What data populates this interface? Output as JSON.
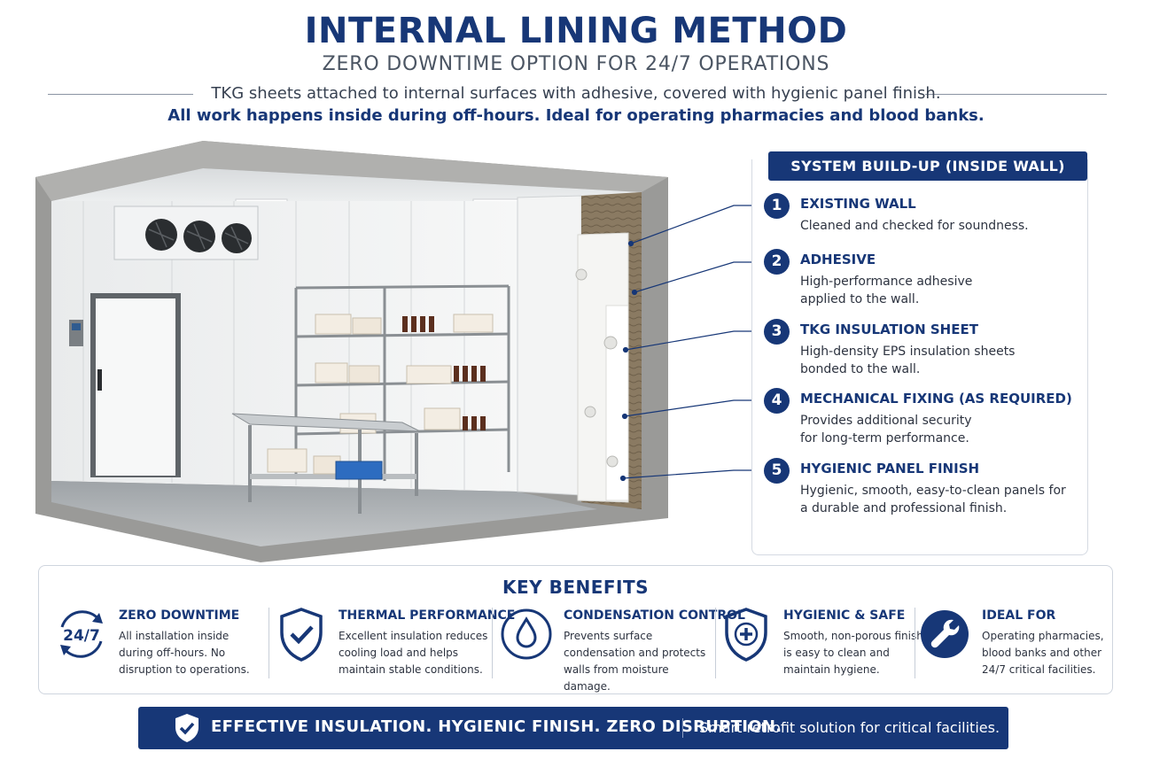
{
  "header": {
    "title": "INTERNAL LINING METHOD",
    "subtitle": "ZERO DOWNTIME OPTION FOR 24/7 OPERATIONS",
    "intro_line1": "TKG sheets attached to internal surfaces with adhesive, covered with hygienic panel finish.",
    "intro_line2": "All work happens inside during off-hours. Ideal for operating pharmacies and blood banks."
  },
  "buildup": {
    "heading": "SYSTEM BUILD-UP (INSIDE WALL)",
    "layers": [
      {
        "num": "1",
        "title": "EXISTING WALL",
        "desc": "Cleaned and checked for soundness."
      },
      {
        "num": "2",
        "title": "ADHESIVE",
        "desc": "High-performance adhesive applied to the wall."
      },
      {
        "num": "3",
        "title": "TKG INSULATION SHEET",
        "desc": "High-density EPS insulation sheets bonded to the wall."
      },
      {
        "num": "4",
        "title": "MECHANICAL FIXING (AS REQUIRED)",
        "desc": "Provides additional security for long-term performance."
      },
      {
        "num": "5",
        "title": "HYGIENIC PANEL FINISH",
        "desc": "Hygienic, smooth, easy-to-clean panels for a durable and professional finish."
      }
    ]
  },
  "benefits": {
    "heading": "KEY BENEFITS",
    "items": [
      {
        "icon": "clock-24-7-icon",
        "badge": "24/7",
        "title": "ZERO DOWNTIME",
        "text": "All installation inside during off-hours. No disruption to operations."
      },
      {
        "icon": "shield-check-icon",
        "title": "THERMAL PERFORMANCE",
        "text": "Excellent insulation reduces cooling load and helps maintain stable conditions."
      },
      {
        "icon": "water-drop-icon",
        "title": "CONDENSATION CONTROL",
        "text": "Prevents surface condensation and protects walls from moisture damage."
      },
      {
        "icon": "shield-plus-icon",
        "title": "HYGIENIC & SAFE",
        "text": "Smooth, non-porous finish is easy to clean and maintain hygiene."
      },
      {
        "icon": "wrench-icon",
        "title": "IDEAL FOR",
        "text": "Operating pharmacies, blood banks and other 24/7 critical facilities."
      }
    ]
  },
  "banner": {
    "main": "EFFECTIVE INSULATION. HYGIENIC FINISH. ZERO DISRUPTION.",
    "sub": "Smart retrofit solution for critical facilities."
  },
  "colors": {
    "navy": "#173777",
    "concrete": "#9a9a98",
    "panel": "#eef0f1"
  }
}
